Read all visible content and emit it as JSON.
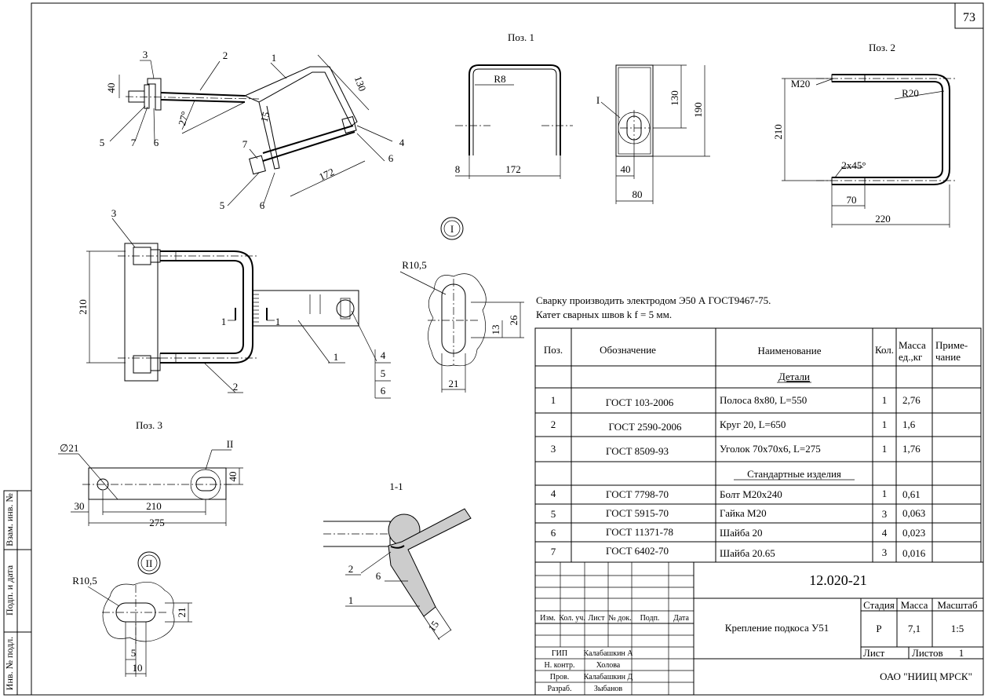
{
  "sheet_number": "73",
  "pos_labels": {
    "pos1": "Поз. 1",
    "pos2": "Поз. 2",
    "pos3": "Поз. 3"
  },
  "view_labels": {
    "detail_I": "I",
    "detail_II": "II",
    "section": "1-1",
    "cut": "1"
  },
  "callouts": [
    "1",
    "2",
    "3",
    "4",
    "5",
    "6",
    "7"
  ],
  "dims": {
    "d40": "40",
    "d130": "130",
    "d27": "27°",
    "d15": "15",
    "d172": "172",
    "p1_R8": "R8",
    "p1_8": "8",
    "p1_172": "172",
    "p1_130": "130",
    "p1_190": "190",
    "p1_40": "40",
    "p1_80": "80",
    "p2_M20": "M20",
    "p2_R20": "R20",
    "p2_210": "210",
    "p2_chamfer": "2x45°",
    "p2_70": "70",
    "p2_220": "220",
    "v_210": "210",
    "dI_R": "R10,5",
    "dI_26": "26",
    "dI_13": "13",
    "dI_21": "21",
    "p3_dia": "∅21",
    "p3_30": "30",
    "p3_210": "210",
    "p3_275": "275",
    "p3_40": "40",
    "dII_R": "R10,5",
    "dII_21": "21",
    "dII_5": "5",
    "dII_10": "10",
    "s_6": "6",
    "s_15": "15"
  },
  "notes": [
    "Сварку производить электродом Э50 А ГОСТ9467-75.",
    "Катет сварных швов k f = 5 мм."
  ],
  "spec": {
    "headers": [
      "Поз.",
      "Обозначение",
      "Наименование",
      "Кол.",
      "Масса ед.,кг",
      "Приме-чание"
    ],
    "section_details": "Детали",
    "section_standard": "Стандартные изделия",
    "rows": [
      {
        "pos": "1",
        "designation": "ГОСТ 103-2006",
        "name": "Полоса 8х80, L=550",
        "qty": "1",
        "mass": "2,76"
      },
      {
        "pos": "2",
        "designation": "ГОСТ 2590-2006",
        "name": "Круг 20, L=650",
        "qty": "1",
        "mass": "1,6"
      },
      {
        "pos": "3",
        "designation": "ГОСТ 8509-93",
        "name": "Уголок 70х70х6, L=275",
        "qty": "1",
        "mass": "1,76"
      },
      {
        "pos": "4",
        "designation": "ГОСТ 7798-70",
        "name": "Болт М20х240",
        "qty": "1",
        "mass": "0,61"
      },
      {
        "pos": "5",
        "designation": "ГОСТ 5915-70",
        "name": "Гайка М20",
        "qty": "3",
        "mass": "0,063"
      },
      {
        "pos": "6",
        "designation": "ГОСТ 11371-78",
        "name": "Шайба 20",
        "qty": "4",
        "mass": "0,023"
      },
      {
        "pos": "7",
        "designation": "ГОСТ 6402-70",
        "name": "Шайба 20.65",
        "qty": "3",
        "mass": "0,016"
      }
    ]
  },
  "title_block": {
    "doc_number": "12.020-21",
    "title": "Крепление подкоса У51",
    "stage_label": "Стадия",
    "mass_label": "Масса",
    "scale_label": "Масштаб",
    "stage": "Р",
    "mass": "7,1",
    "scale": "1:5",
    "sheet_label": "Лист",
    "sheets_label": "Листов",
    "sheets": "1",
    "org": "ОАО \"НИИЦ МРСК\"",
    "rev_headers": [
      "Изм.",
      "Кол. уч.",
      "Лист",
      "№ док.",
      "Подп.",
      "Дата"
    ],
    "roles": [
      "ГИП",
      "Н. контр.",
      "Пров.",
      "Разраб."
    ],
    "people": [
      "Калабашкин А",
      "Холова",
      "Калабашкин Д",
      "Зыбанов"
    ]
  },
  "side_stamp": [
    "Взам. инв. №",
    "Подп. и дата",
    "Инв. № подл."
  ]
}
